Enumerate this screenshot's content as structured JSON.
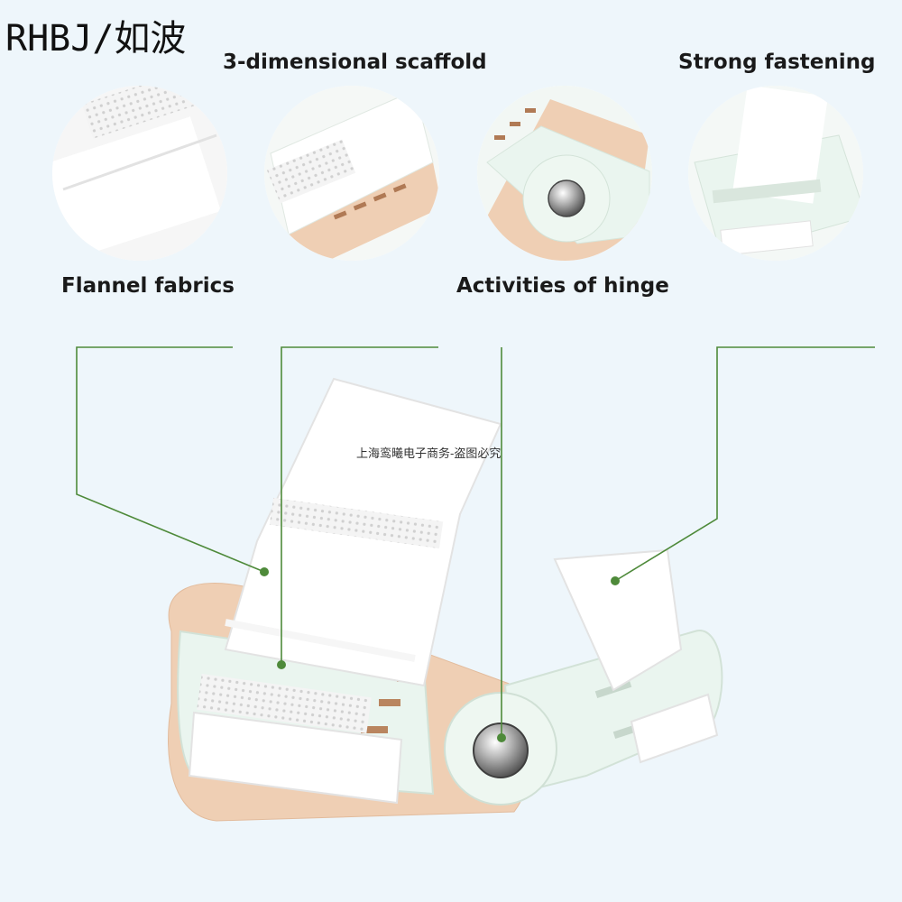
{
  "brand": {
    "text": "RHBJ/如波"
  },
  "features": {
    "scaffold": "3-dimensional scaffold",
    "fastening": "Strong fastening",
    "flannel": "Flannel fabrics",
    "hinge": "Activities of hinge"
  },
  "watermark": "上海鸾曦电子商务-盗图必究",
  "colors": {
    "background": "#eef6fb",
    "callout_line": "#4e8a3a",
    "strap": "#ffffff",
    "frame": "#eaf5ef",
    "padding": "#efcfb4",
    "rivet": "#9a9a9a"
  }
}
